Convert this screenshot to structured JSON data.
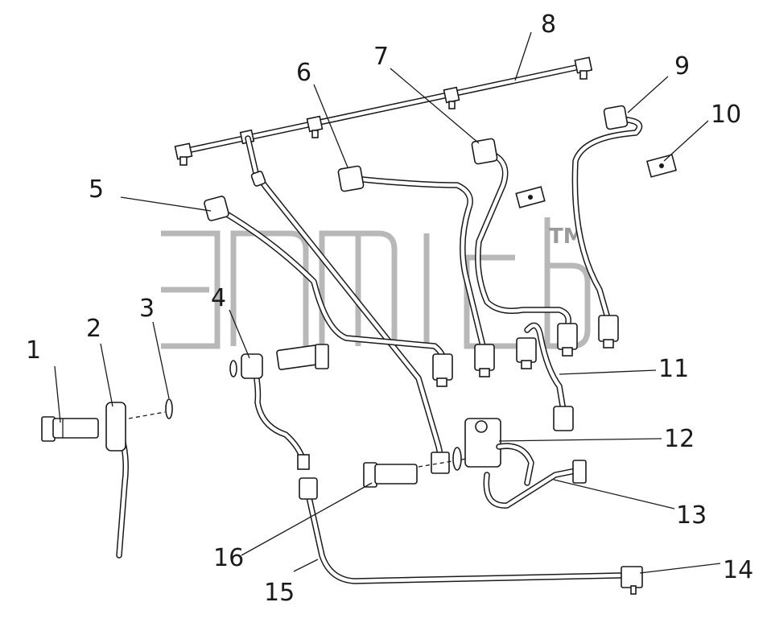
{
  "diagram": {
    "callouts": [
      {
        "label": "1"
      },
      {
        "label": "2"
      },
      {
        "label": "3"
      },
      {
        "label": "4"
      },
      {
        "label": "5"
      },
      {
        "label": "6"
      },
      {
        "label": "7"
      },
      {
        "label": "8"
      },
      {
        "label": "9"
      },
      {
        "label": "10"
      },
      {
        "label": "11"
      },
      {
        "label": "12"
      },
      {
        "label": "13"
      },
      {
        "label": "14"
      },
      {
        "label": "15"
      },
      {
        "label": "16"
      }
    ],
    "watermark": {
      "trademark": "TM"
    }
  }
}
